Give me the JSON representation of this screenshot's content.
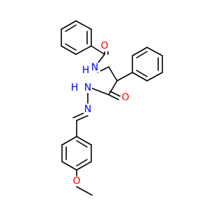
{
  "molecule": {
    "colors": {
      "bond": "#000000",
      "nitrogen": "#0000ff",
      "oxygen": "#ff0000",
      "background": "#ffffff"
    },
    "atom_labels": {
      "carbonyl_oxygen_top": "O",
      "amide_nitrogen": "N",
      "h_amide": "H",
      "carbonyl_oxygen_right": "O",
      "hydrazide_nitrogen": "N",
      "h_hydrazide": "H",
      "imine_nitrogen": "N",
      "ether_oxygen": "O"
    }
  }
}
